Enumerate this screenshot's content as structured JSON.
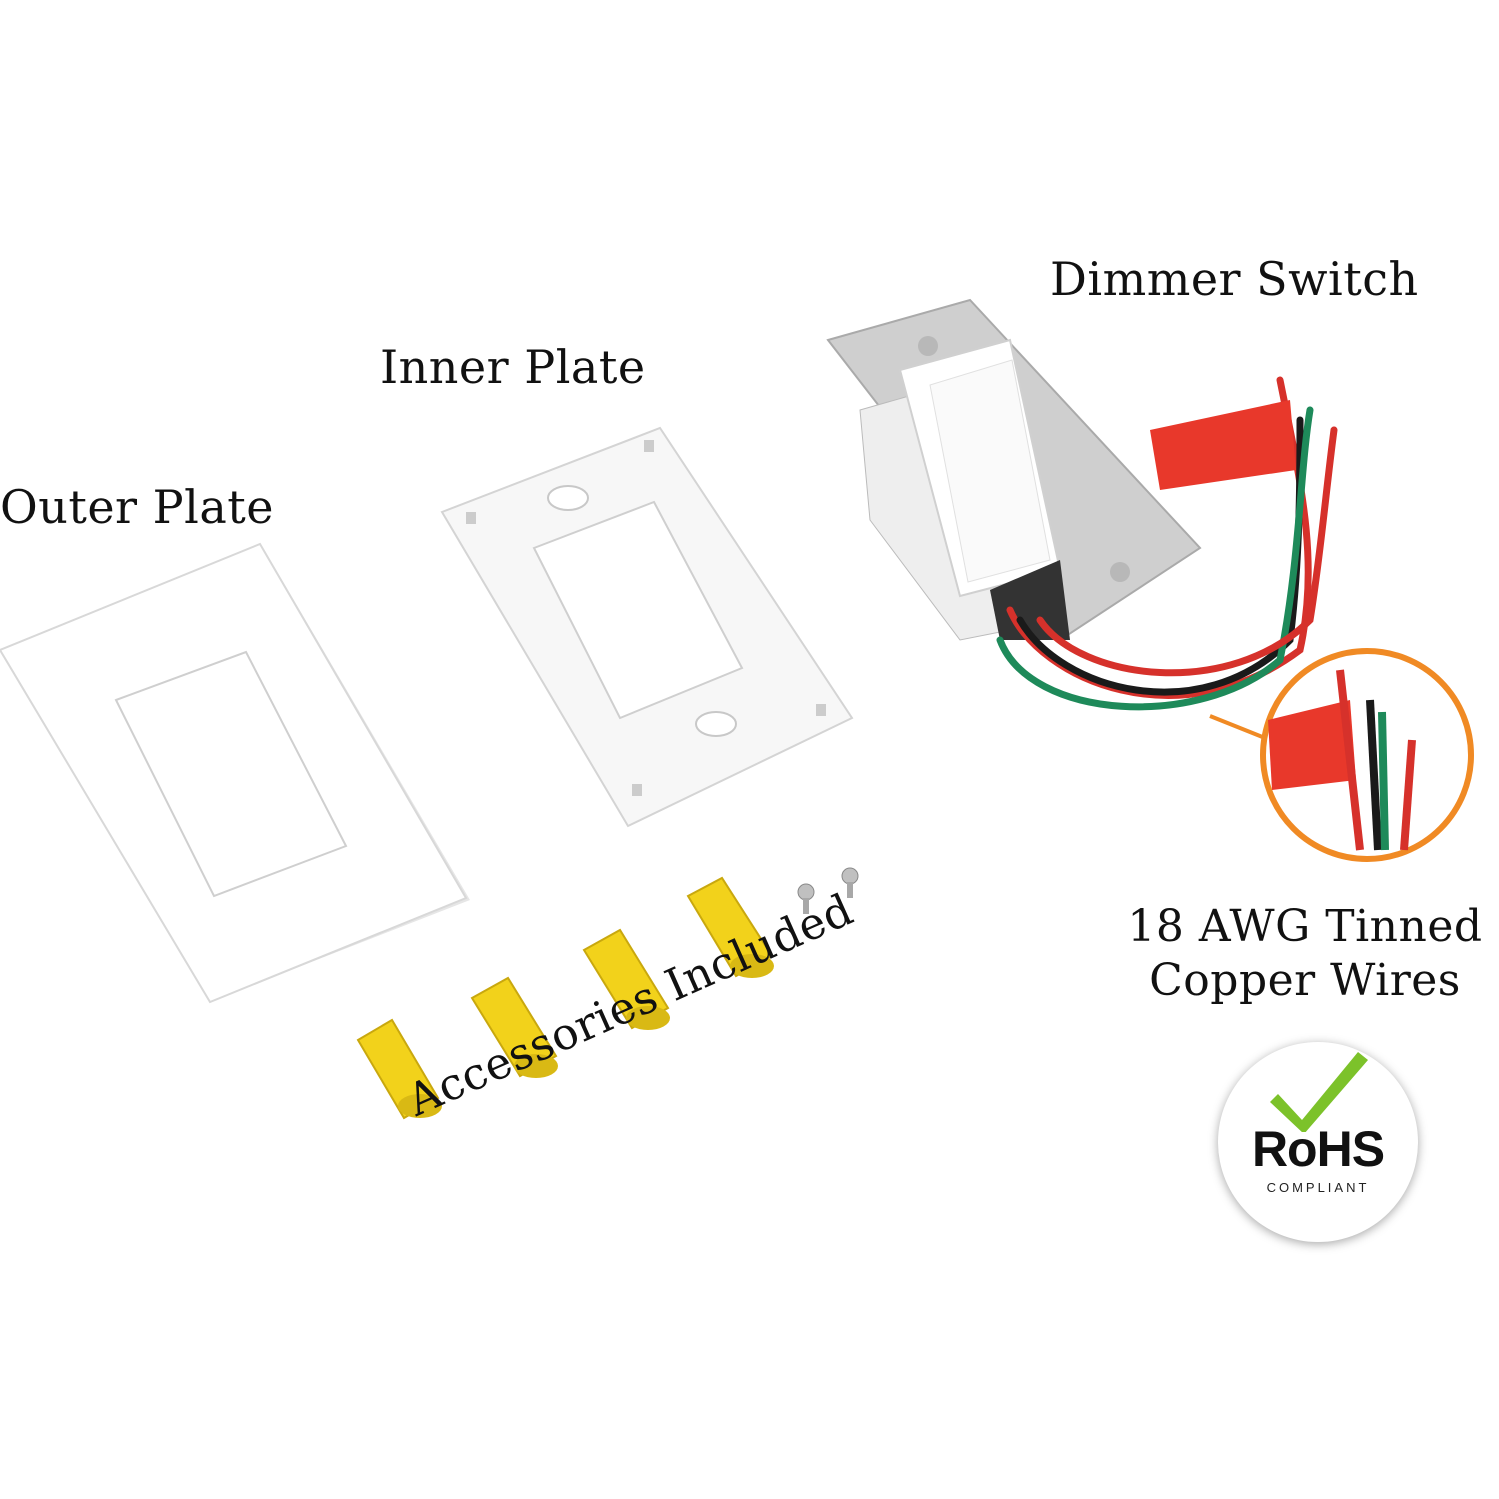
{
  "labels": {
    "dimmer_switch": "Dimmer Switch",
    "inner_plate": "Inner Plate",
    "outer_plate": "Outer Plate",
    "wires_line1": "18 AWG Tinned",
    "wires_line2": "Copper Wires",
    "accessories": "Accessories Included"
  },
  "badge": {
    "main": "RoHS",
    "sub": "COMPLIANT",
    "check_color": "#7cc22a"
  },
  "colors": {
    "plate": "#ffffff",
    "plate_edge": "#d9d9d9",
    "wire_red": "#d6312b",
    "wire_black": "#1a1a1a",
    "wire_green": "#1e8a5a",
    "wire_nut": "#f2d21b",
    "callout_ring": "#f08a24",
    "tag_red": "#e8382b",
    "metal": "#c9c9c9"
  }
}
